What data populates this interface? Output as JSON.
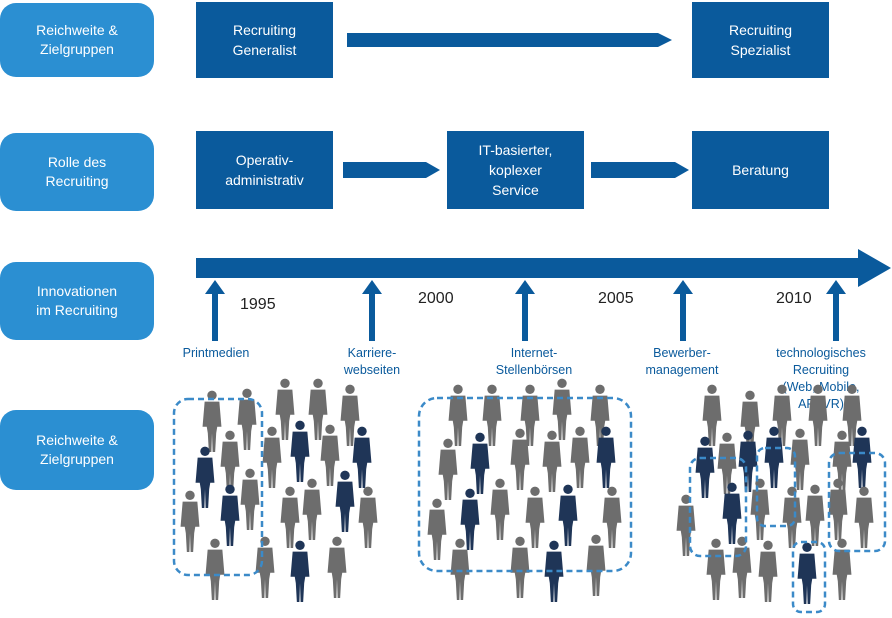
{
  "row_labels": [
    "Reichweite &\nZielgruppen",
    "Rolle des\nRecruiting",
    "Innovationen\nim Recruiting",
    "Reichweite &\nZielgruppen"
  ],
  "row1": {
    "start": "Recruiting\nGeneralist",
    "end": "Recruiting\nSpezialist"
  },
  "row2": {
    "step1": "Operativ-\nadministrativ",
    "step2": "IT-basierter,\nkoplexer\nService",
    "step3": "Beratung"
  },
  "timeline": {
    "years": [
      "1995",
      "2000",
      "2005",
      "2010"
    ],
    "innovations": [
      "Printmedien",
      "Karriere-\nwebseiten",
      "Internet-\nStellenbörsen",
      "Bewerber-\nmanagement",
      "technologisches\nRecruiting\n(Web, Mobile, AR, VR)"
    ]
  },
  "colors": {
    "pill": "#2b8fd2",
    "box": "#0a5a9c",
    "arrow": "#0a5a9c",
    "text_blue": "#0a5a9c",
    "people_gray": "#6d6d6d",
    "people_navy": "#1f3557",
    "dashed": "#3b8ac8"
  }
}
